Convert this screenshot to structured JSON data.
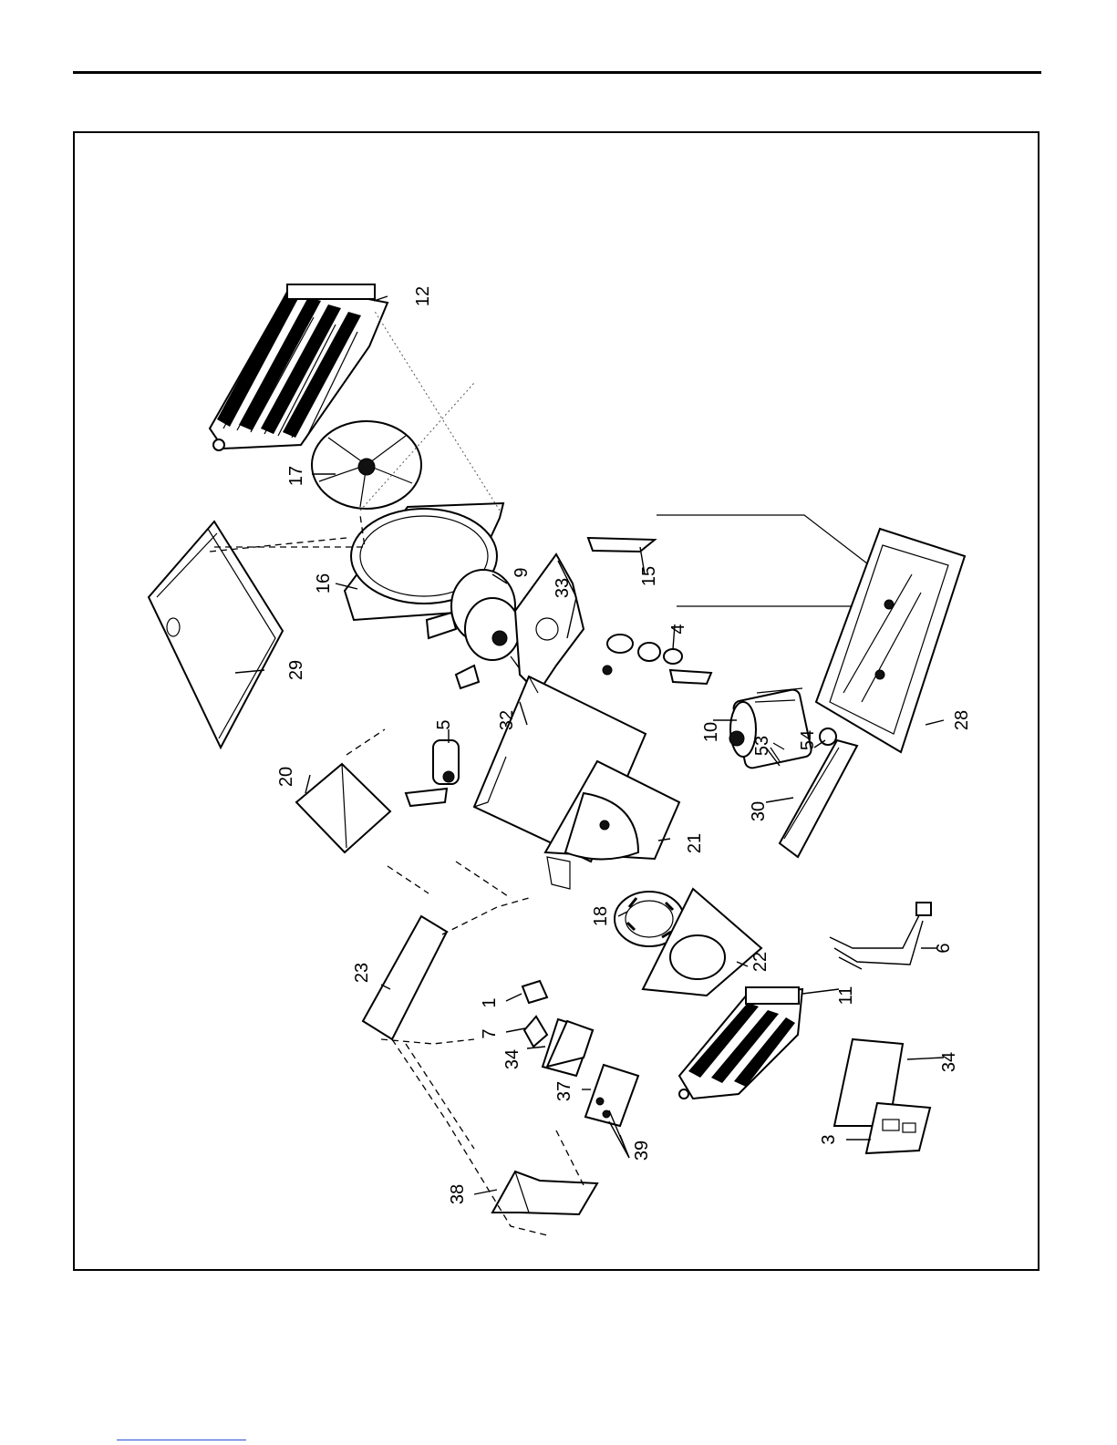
{
  "diagram": {
    "callouts": [
      {
        "id": "p12",
        "text": "12"
      },
      {
        "id": "p17",
        "text": "17"
      },
      {
        "id": "p16",
        "text": "16"
      },
      {
        "id": "p29",
        "text": "29"
      },
      {
        "id": "p9",
        "text": "9"
      },
      {
        "id": "p33",
        "text": "33"
      },
      {
        "id": "p15",
        "text": "15"
      },
      {
        "id": "p4",
        "text": "4"
      },
      {
        "id": "p10",
        "text": "10"
      },
      {
        "id": "p28",
        "text": "28"
      },
      {
        "id": "p32",
        "text": "32"
      },
      {
        "id": "p5",
        "text": "5"
      },
      {
        "id": "p20",
        "text": "20"
      },
      {
        "id": "p53",
        "text": "53"
      },
      {
        "id": "p54",
        "text": "54"
      },
      {
        "id": "p30",
        "text": "30"
      },
      {
        "id": "p21",
        "text": "21"
      },
      {
        "id": "p18",
        "text": "18"
      },
      {
        "id": "p23",
        "text": "23"
      },
      {
        "id": "p22",
        "text": "22"
      },
      {
        "id": "p1",
        "text": "1"
      },
      {
        "id": "p11",
        "text": "11"
      },
      {
        "id": "p6",
        "text": "6"
      },
      {
        "id": "p7",
        "text": "7"
      },
      {
        "id": "p34a",
        "text": "34"
      },
      {
        "id": "p34b",
        "text": "34"
      },
      {
        "id": "p37",
        "text": "37"
      },
      {
        "id": "p3",
        "text": "3"
      },
      {
        "id": "p39",
        "text": "39"
      },
      {
        "id": "p38",
        "text": "38"
      }
    ]
  }
}
